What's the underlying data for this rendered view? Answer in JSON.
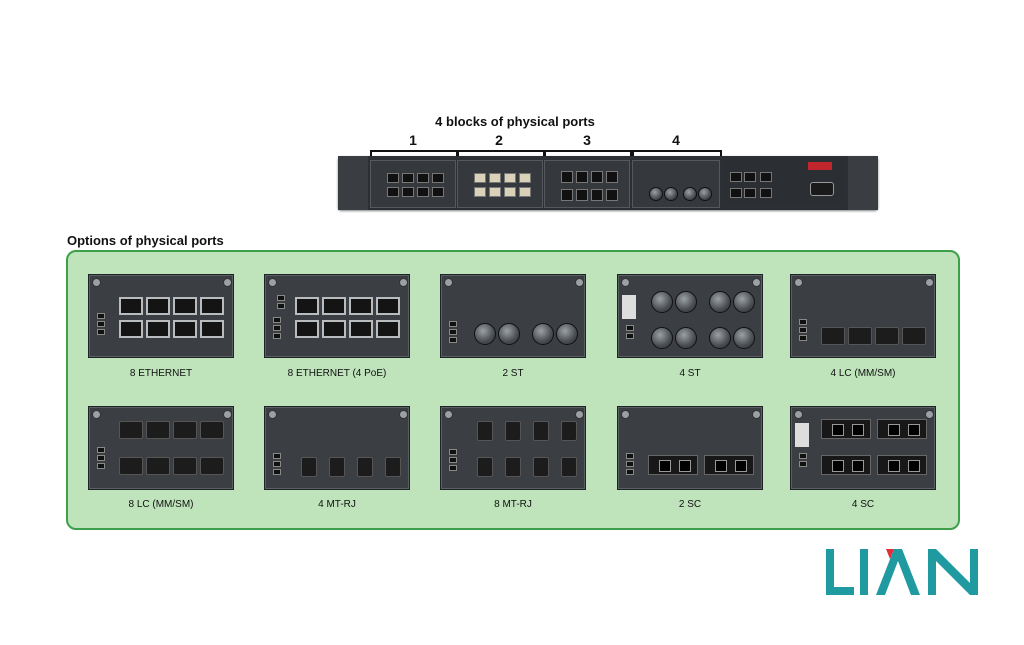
{
  "header": {
    "title": "4 blocks of physical ports",
    "blocks": [
      "1",
      "2",
      "3",
      "4"
    ]
  },
  "options": {
    "title": "Options of physical ports",
    "modules": [
      {
        "label": "8 ETHERNET"
      },
      {
        "label": "8 ETHERNET (4 PoE)"
      },
      {
        "label": "2 ST"
      },
      {
        "label": "4 ST"
      },
      {
        "label": "4 LC (MM/SM)"
      },
      {
        "label": "8 LC (MM/SM)"
      },
      {
        "label": "4 MT-RJ"
      },
      {
        "label": "8 MT-RJ"
      },
      {
        "label": "2 SC"
      },
      {
        "label": "4 SC"
      }
    ]
  },
  "logo": {
    "text": "LIAN"
  },
  "colors": {
    "panel_fill": "#bfe3bb",
    "panel_border": "#3e9f4a",
    "logo_teal": "#1f9aa0",
    "logo_red": "#e0313a"
  }
}
